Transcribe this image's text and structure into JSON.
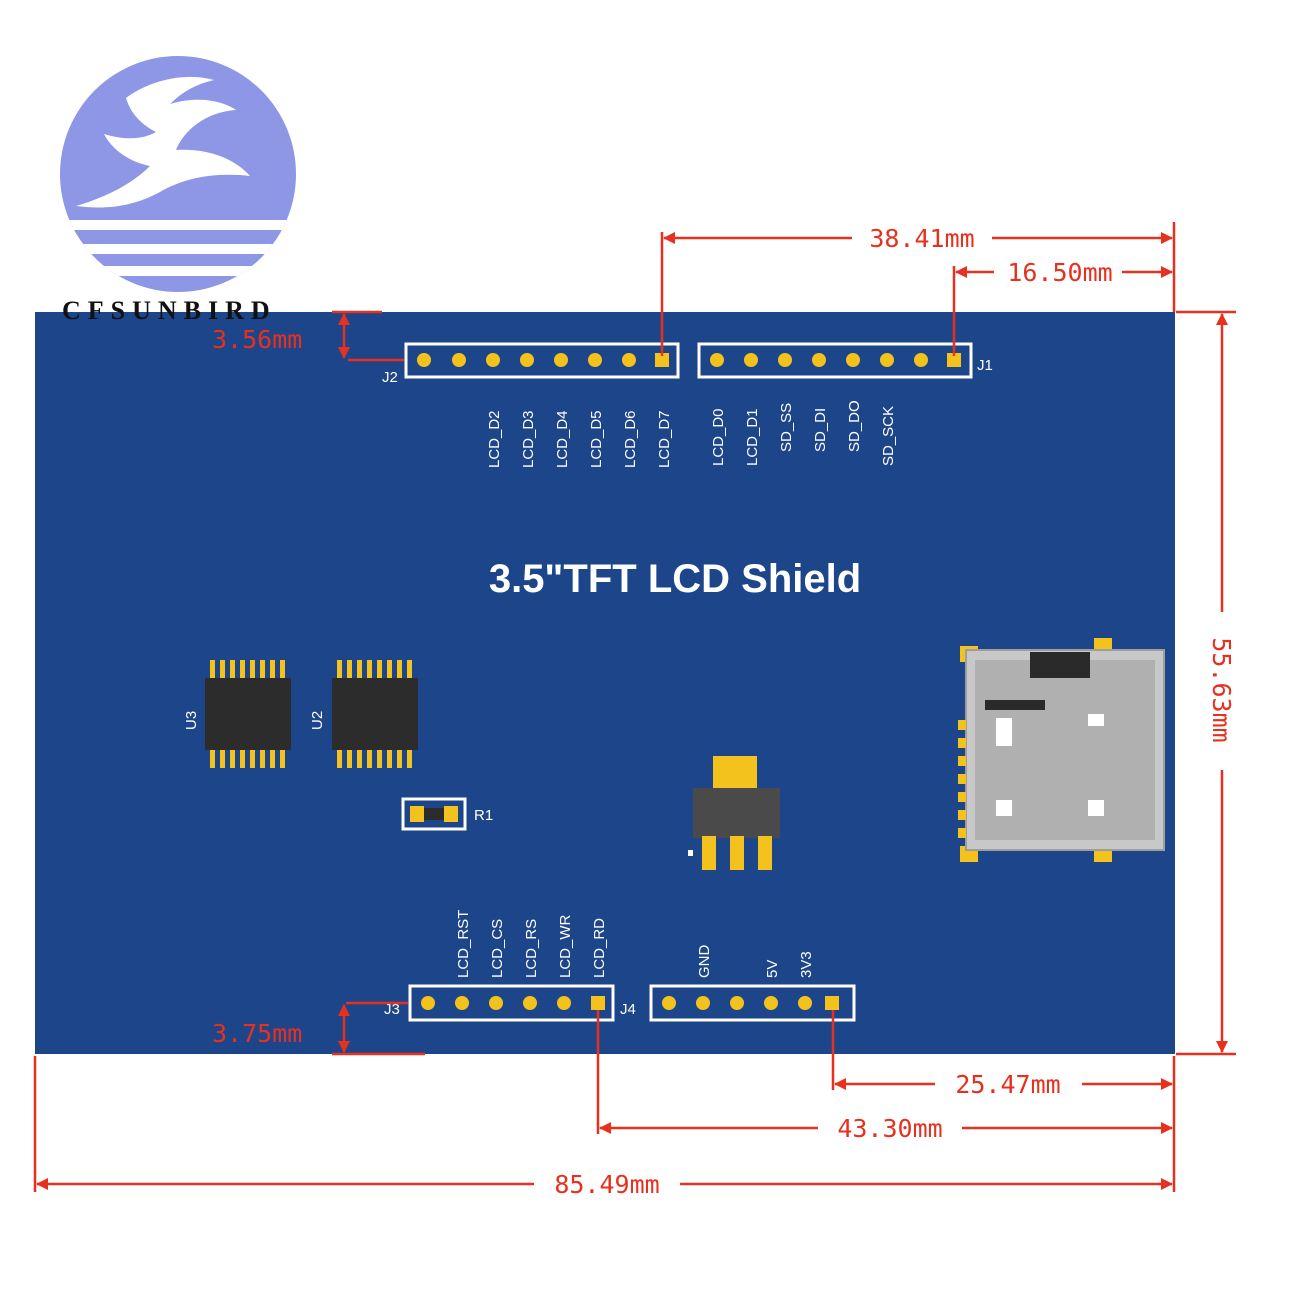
{
  "brand": {
    "name": "CFSUNBIRD"
  },
  "board": {
    "title": "3.5\"TFT LCD Shield",
    "headers": [
      {
        "id": "J2",
        "label": "J2",
        "pins": [
          "",
          "",
          "LCD_D2",
          "LCD_D3",
          "LCD_D4",
          "LCD_D5",
          "LCD_D6",
          "LCD_D7"
        ]
      },
      {
        "id": "J1",
        "label": "J1",
        "pins": [
          "LCD_D0",
          "LCD_D1",
          "SD_SS",
          "SD_DI",
          "SD_DO",
          "SD_SCK",
          "",
          ""
        ]
      },
      {
        "id": "J3",
        "label": "J3",
        "pins": [
          "",
          "LCD_RST",
          "LCD_CS",
          "LCD_RS",
          "LCD_WR",
          "LCD_RD"
        ]
      },
      {
        "id": "J4",
        "label": "J4",
        "pins": [
          "",
          "GND",
          "",
          "5V",
          "3V3",
          ""
        ]
      }
    ],
    "components": {
      "u3": "U3",
      "u2": "U2",
      "r1": "R1"
    }
  },
  "dimensions": {
    "top_header_offset": "3.56mm",
    "j2_to_edge": "38.41mm",
    "j1_to_edge": "16.50mm",
    "board_height": "55.63mm",
    "bottom_header_offset": "3.75mm",
    "j4_to_edge": "25.47mm",
    "j3_to_edge": "43.30mm",
    "board_width": "85.49mm"
  },
  "colors": {
    "board": "#1d4589",
    "dimension": "#e8301e",
    "logo": "#8e96e6",
    "pad": "#f4c21c"
  }
}
